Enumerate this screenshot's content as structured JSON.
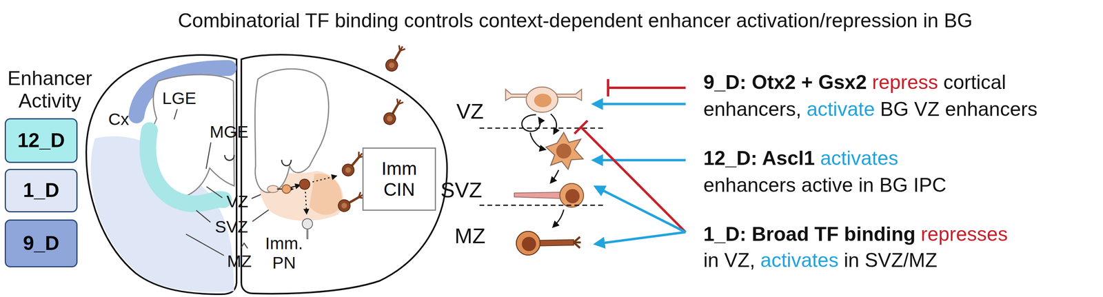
{
  "diagram": {
    "title": "Combinatorial TF binding controls context-dependent enhancer activation/repression in BG",
    "nodes": [
      {
        "text": [
          "12_D"
        ]
      },
      {
        "text": [
          "1_D"
        ]
      },
      {
        "text": [
          "9_D"
        ]
      },
      {
        "text": [
          "Imm CIN"
        ]
      }
    ],
    "labels": [
      "Enhancer Activity",
      "Cx",
      "LGE",
      "MGE",
      "VZ",
      "SVZ",
      "MZ",
      "Imm. PN",
      "VZ",
      "SVZ",
      "MZ",
      "9_D: Otx2 + Gsx2",
      "repress",
      "cortical",
      "enhancers,",
      "activate",
      "BG VZ enhancers",
      "12_D: Ascl1",
      "activates",
      "enhancers active in BG IPC",
      "1_D: Broad TF binding",
      "represses",
      "in VZ,",
      "activates",
      "in SVZ/MZ"
    ]
  }
}
